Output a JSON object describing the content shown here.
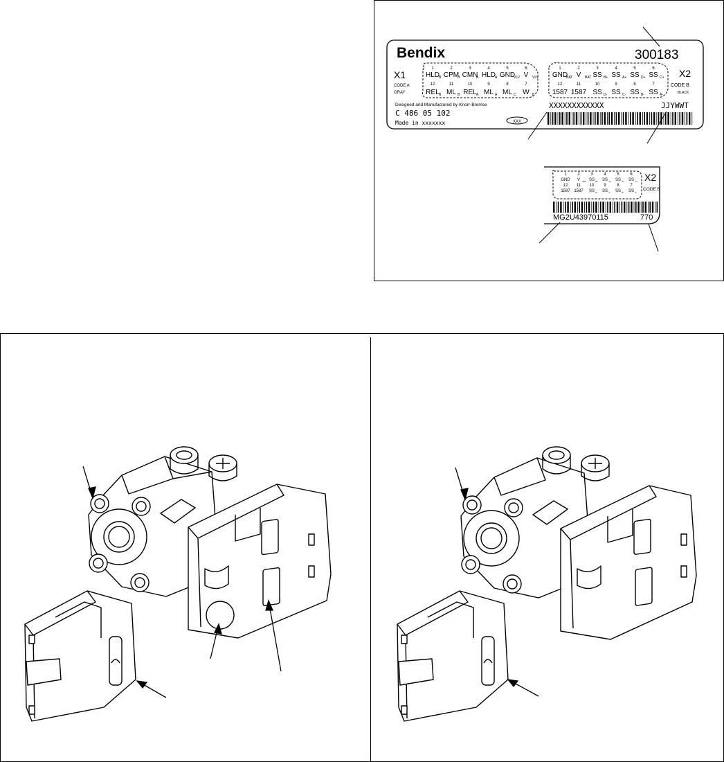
{
  "label_main": {
    "brand": "Bendix",
    "part_number": "300183",
    "x1_connector": {
      "id": "X1",
      "code": "CODE A",
      "color": "GRAY",
      "top_numbers": [
        "1",
        "2",
        "3",
        "4",
        "5",
        "6"
      ],
      "top_pins": [
        "HLD",
        "CPM",
        "CMN",
        "HLD",
        "GND",
        "V"
      ],
      "top_subs": [
        "B",
        "B",
        "A",
        "A",
        "VLV",
        "VLV"
      ],
      "bottom_numbers": [
        "12",
        "11",
        "10",
        "9",
        "8",
        "7"
      ],
      "bottom_pins": [
        "REL",
        "ML",
        "REL",
        "ML",
        "ML",
        "W"
      ],
      "bottom_subs": [
        "B",
        "B",
        "A",
        "A",
        "C",
        "B"
      ]
    },
    "x2_connector": {
      "id": "X2",
      "code": "CODE B",
      "color": "BLACK",
      "top_numbers": [
        "1",
        "2",
        "3",
        "4",
        "5",
        "6"
      ],
      "top_pins": [
        "GND",
        "V",
        "SS",
        "SS",
        "SS",
        "SS"
      ],
      "top_subs": [
        "BAT",
        "BAT",
        "B+",
        "A+",
        "D+",
        "C+"
      ],
      "bottom_numbers": [
        "12",
        "11",
        "10",
        "9",
        "8",
        "7"
      ],
      "bottom_pins": [
        "1587",
        "1587",
        "SS",
        "SS",
        "SS",
        "SS"
      ],
      "bottom_subs": [
        "",
        "",
        "D-",
        "C-",
        "B-",
        "A-"
      ]
    },
    "manufacturer_text": "Designed and Manufactured by Knorr-Bremse",
    "code_line": "C 486 05 102",
    "origin_line": "Made in xxxxxxx",
    "oval_text": "XXX",
    "serial_placeholder": "XXXXXXXXXXXX",
    "date_code": "JJYWWT"
  },
  "label_detail": {
    "id": "X2",
    "code": "CODE B",
    "top_numbers": [
      "1",
      "2",
      "3",
      "4",
      "5",
      "6"
    ],
    "top_pins": [
      "GND",
      "V",
      "SS",
      "SS",
      "SS",
      "SS"
    ],
    "top_subs": [
      "",
      "BAT",
      "B+",
      "A+",
      "D+",
      "C+"
    ],
    "bottom_numbers": [
      "12",
      "11",
      "10",
      "9",
      "8",
      "7"
    ],
    "bottom_pins": [
      "1587",
      "1587",
      "SS",
      "SS",
      "SS",
      "SS"
    ],
    "bottom_subs": [
      "",
      "",
      "D-",
      "C-",
      "B-",
      "A-"
    ],
    "serial": "MG2U43970115",
    "suffix": "770"
  }
}
